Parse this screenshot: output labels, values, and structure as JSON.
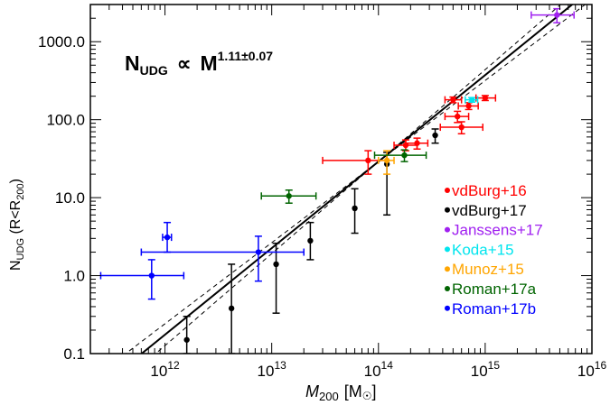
{
  "chart_data": {
    "type": "scatter",
    "x_scale": "log",
    "y_scale": "log",
    "xlim": [
      200000000000.0,
      1e+16
    ],
    "ylim": [
      0.1,
      3000
    ],
    "x_ticks": [
      {
        "value": 1000000000000.0,
        "base": "10",
        "exp": "12"
      },
      {
        "value": 10000000000000.0,
        "base": "10",
        "exp": "13"
      },
      {
        "value": 100000000000000.0,
        "base": "10",
        "exp": "14"
      },
      {
        "value": 1000000000000000.0,
        "base": "10",
        "exp": "15"
      },
      {
        "value": 1e+16,
        "base": "10",
        "exp": "16"
      }
    ],
    "y_ticks": [
      {
        "value": 0.1,
        "label": "0.1"
      },
      {
        "value": 1,
        "label": "1.0"
      },
      {
        "value": 10,
        "label": "10.0"
      },
      {
        "value": 100,
        "label": "100.0"
      },
      {
        "value": 1000,
        "label": "1000.0"
      }
    ],
    "xlabel": {
      "main": "M",
      "sub": "200",
      "unit": "[M",
      "unit_close": "]"
    },
    "ylabel": {
      "main": "N",
      "sub": "UDG",
      "mid": " (R<R",
      "sub2": "200",
      "close": ")"
    },
    "annotation": {
      "left": "N",
      "sub": "UDG",
      "prop": "∝",
      "base": "M",
      "sup": "1.11±0.07"
    },
    "fit": {
      "slope": 1.11,
      "slope_err": 0.07,
      "anchor_x": 100000000000000.0,
      "anchor_y": 29
    },
    "legend": [
      {
        "label": "vdBurg+16",
        "color": "#ff0000"
      },
      {
        "label": "vdBurg+17",
        "color": "#000000"
      },
      {
        "label": "Janssens+17",
        "color": "#a020f0"
      },
      {
        "label": "Koda+15",
        "color": "#00e5ee"
      },
      {
        "label": "Munoz+15",
        "color": "#ffa500"
      },
      {
        "label": "Roman+17a",
        "color": "#006400"
      },
      {
        "label": "Roman+17b",
        "color": "#0000ff"
      }
    ],
    "series": [
      {
        "name": "vdBurg+16",
        "color": "#ff0000",
        "points": [
          {
            "x": 80000000000000.0,
            "y": 30,
            "xerr": [
              30000000000000.0,
              120000000000000.0
            ],
            "yerr": [
              20,
              40
            ]
          },
          {
            "x": 180000000000000.0,
            "y": 47,
            "xerr": [
              140000000000000.0,
              230000000000000.0
            ],
            "yerr": [
              40,
              55
            ]
          },
          {
            "x": 230000000000000.0,
            "y": 50,
            "xerr": [
              180000000000000.0,
              290000000000000.0
            ],
            "yerr": [
              42,
              58
            ]
          },
          {
            "x": 500000000000000.0,
            "y": 180,
            "xerr": [
              420000000000000.0,
              600000000000000.0
            ],
            "yerr": [
              165,
              195
            ]
          },
          {
            "x": 550000000000000.0,
            "y": 110,
            "xerr": [
              420000000000000.0,
              700000000000000.0
            ],
            "yerr": [
              92,
              128
            ]
          },
          {
            "x": 600000000000000.0,
            "y": 80,
            "xerr": [
              380000000000000.0,
              950000000000000.0
            ],
            "yerr": [
              66,
              94
            ]
          },
          {
            "x": 700000000000000.0,
            "y": 150,
            "xerr": [
              560000000000000.0,
              860000000000000.0
            ],
            "yerr": [
              135,
              165
            ]
          },
          {
            "x": 1000000000000000.0,
            "y": 190,
            "xerr": [
              820000000000000.0,
              1250000000000000.0
            ],
            "yerr": [
              176,
              204
            ]
          }
        ]
      },
      {
        "name": "vdBurg+17",
        "color": "#000000",
        "points": [
          {
            "x": 1600000000000.0,
            "y": 0.15,
            "xerr": null,
            "yerr": [
              0.1,
              0.3
            ]
          },
          {
            "x": 4200000000000.0,
            "y": 0.38,
            "xerr": null,
            "yerr": [
              0.1,
              1.4
            ]
          },
          {
            "x": 11000000000000.0,
            "y": 1.4,
            "xerr": null,
            "yerr": [
              0.33,
              2.6
            ]
          },
          {
            "x": 23000000000000.0,
            "y": 2.8,
            "xerr": null,
            "yerr": [
              1.6,
              4.8
            ]
          },
          {
            "x": 60000000000000.0,
            "y": 7.3,
            "xerr": null,
            "yerr": [
              3.5,
              13
            ]
          },
          {
            "x": 120000000000000.0,
            "y": 27,
            "xerr": null,
            "yerr": [
              6,
              38
            ]
          },
          {
            "x": 340000000000000.0,
            "y": 63,
            "xerr": null,
            "yerr": [
              50,
              76
            ]
          }
        ]
      },
      {
        "name": "Janssens+17",
        "color": "#a020f0",
        "points": [
          {
            "x": 4700000000000000.0,
            "y": 2200,
            "xerr": [
              2700000000000000.0,
              6800000000000000.0
            ],
            "yerr": [
              1750,
              2650
            ]
          }
        ]
      },
      {
        "name": "Koda+15",
        "color": "#00e5ee",
        "points": [
          {
            "x": 750000000000000.0,
            "y": 180,
            "xerr": [
              650000000000000.0,
              850000000000000.0
            ],
            "yerr": [
              168,
              192
            ]
          }
        ]
      },
      {
        "name": "Munoz+15",
        "color": "#ffa500",
        "points": [
          {
            "x": 120000000000000.0,
            "y": 30,
            "xerr": [
              100000000000000.0,
              140000000000000.0
            ],
            "yerr": [
              20,
              40
            ]
          }
        ]
      },
      {
        "name": "Roman+17a",
        "color": "#006400",
        "points": [
          {
            "x": 14500000000000.0,
            "y": 10.5,
            "xerr": [
              8000000000000.0,
              26000000000000.0
            ],
            "yerr": [
              8.5,
              12.5
            ]
          },
          {
            "x": 175000000000000.0,
            "y": 35,
            "xerr": [
              92000000000000.0,
              280000000000000.0
            ],
            "yerr": [
              29,
              41
            ]
          }
        ]
      },
      {
        "name": "Roman+17b",
        "color": "#0000ff",
        "points": [
          {
            "x": 750000000000.0,
            "y": 1.0,
            "xerr": [
              250000000000.0,
              1500000000000.0
            ],
            "yerr": [
              0.5,
              1.6
            ]
          },
          {
            "x": 1050000000000.0,
            "y": 3.1,
            "xerr": [
              950000000000.0,
              1150000000000.0
            ],
            "yerr": [
              2.0,
              4.8
            ]
          },
          {
            "x": 7500000000000.0,
            "y": 2.0,
            "xerr": [
              600000000000.0,
              20000000000000.0
            ],
            "yerr": [
              0.85,
              3.2
            ]
          }
        ]
      }
    ]
  }
}
